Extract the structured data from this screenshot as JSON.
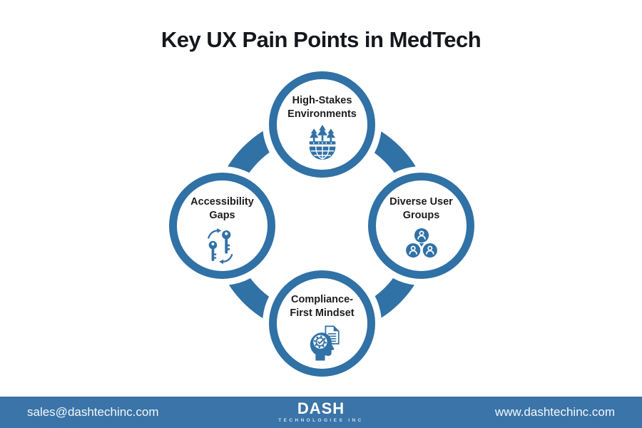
{
  "title": "Key UX Pain Points in MedTech",
  "colors": {
    "accent_blue": "#3071a6",
    "footer_blue": "#3a74a8",
    "text_ink": "#1d1d1f",
    "background": "#ffffff"
  },
  "diagram": {
    "type": "circular-cycle",
    "nodes": [
      {
        "id": "high-stakes",
        "line1": "High-Stakes",
        "line2": "Environments",
        "icon": "globe-trees-icon",
        "position": "top"
      },
      {
        "id": "accessibility",
        "line1": "Accessibility",
        "line2": "Gaps",
        "icon": "key-swap-icon",
        "position": "left"
      },
      {
        "id": "diverse-users",
        "line1": "Diverse User",
        "line2": "Groups",
        "icon": "user-groups-icon",
        "position": "right"
      },
      {
        "id": "compliance",
        "line1": "Compliance-",
        "line2": "First Mindset",
        "icon": "head-gear-document-icon",
        "position": "bottom"
      }
    ]
  },
  "footer": {
    "email": "sales@dashtechinc.com",
    "website": "www.dashtechinc.com",
    "logo": {
      "name": "DASH",
      "subtitle": "TECHNOLOGIES INC"
    }
  }
}
